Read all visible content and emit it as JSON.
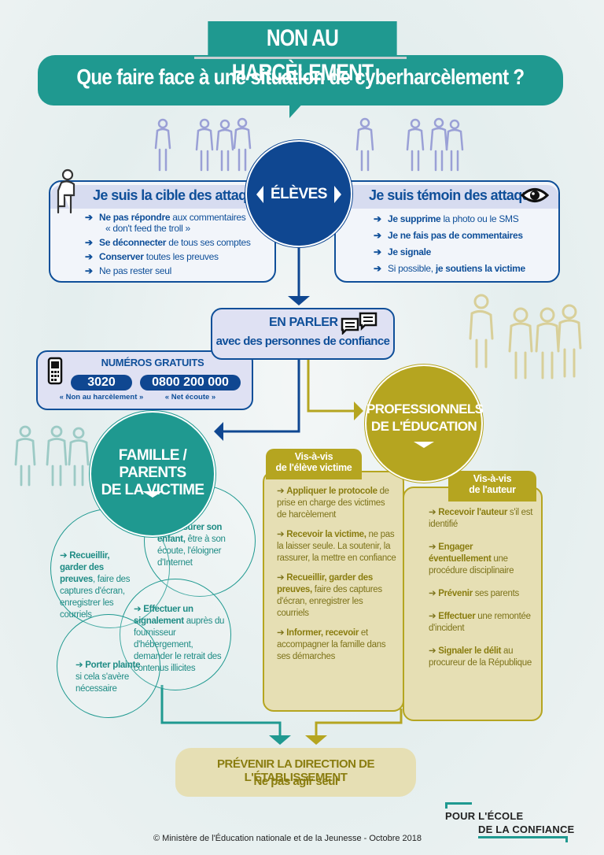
{
  "header": {
    "tag": "NON AU HARCÈLEMENT",
    "question": "Que faire face à une situation de cyberharcèlement ?"
  },
  "colors": {
    "teal": "#1f9990",
    "blue": "#0f4791",
    "olive": "#b5a520",
    "blue_light": "#dfe1f3",
    "olive_light": "#e6dfb4"
  },
  "eleves": {
    "label": "ÉLÈVES",
    "cible": {
      "title": "Je suis la cible des attaques",
      "items": [
        {
          "bold": "Ne pas répondre",
          "rest": " aux commentaires"
        },
        {
          "bold": "",
          "rest": "« don't feed the troll »"
        },
        {
          "bold": "Se déconnecter",
          "rest": " de tous ses comptes"
        },
        {
          "bold": "Conserver",
          "rest": " toutes les preuves"
        },
        {
          "bold": "",
          "rest": "Ne pas rester seul"
        }
      ]
    },
    "temoin": {
      "title": "Je suis témoin des attaques",
      "items": [
        {
          "bold": "Je supprime",
          "rest": " la photo ou le SMS"
        },
        {
          "bold": "Je ne fais pas de commentaires",
          "rest": ""
        },
        {
          "bold": "Je signale",
          "rest": ""
        },
        {
          "bold": "",
          "rest": "Si possible, ",
          "bold2": "je soutiens la victime"
        }
      ]
    }
  },
  "parler": {
    "line1": "EN PARLER",
    "line2": "avec des personnes de confiance"
  },
  "numeros": {
    "title": "NUMÉROS GRATUITS",
    "items": [
      {
        "number": "3020",
        "label": "« Non au harcèlement »"
      },
      {
        "number": "0800 200 000",
        "label": "« Net écoute »"
      }
    ]
  },
  "famille": {
    "label_line1": "FAMILLE / PARENTS",
    "label_line2": "DE LA VICTIME",
    "bubbles": [
      {
        "bold": "Recueillir, garder des preuves",
        "rest": ", faire des captures d'écran, enregistrer les courriels"
      },
      {
        "bold": "Rassurer son enfant,",
        "rest": " être à son écoute, l'éloigner d'Internet"
      },
      {
        "bold": "Effectuer un signalement",
        "rest": " auprès du fournisseur d'hébergement, demander le retrait des contenus illicites"
      },
      {
        "bold": "Porter plainte",
        "rest": " si cela s'avère nécessaire"
      }
    ]
  },
  "professionnels": {
    "label_line1": "PROFESSIONNELS",
    "label_line2": "DE L'ÉDUCATION",
    "victime": {
      "tab_line1": "Vis-à-vis",
      "tab_line2": "de l'élève victime",
      "items": [
        {
          "bold": "Appliquer le protocole",
          "rest": " de prise en charge des victimes de harcèlement"
        },
        {
          "bold": "Recevoir la victime,",
          "rest": " ne pas la laisser seule. La soutenir, la rassurer, la mettre en confiance"
        },
        {
          "bold": "Recueillir, garder des preuves,",
          "rest": " faire des captures d'écran, enregistrer les courriels"
        },
        {
          "bold": "Informer, recevoir",
          "rest": " et accompagner la famille dans ses démarches"
        }
      ]
    },
    "auteur": {
      "tab_line1": "Vis-à-vis",
      "tab_line2": "de l'auteur",
      "items": [
        {
          "bold": "Recevoir l'auteur",
          "rest": " s'il est identifié"
        },
        {
          "bold": "Engager éventuellement",
          "rest": " une procédure disciplinaire"
        },
        {
          "bold": "Prévenir",
          "rest": " ses parents"
        },
        {
          "bold": "Effectuer",
          "rest": " une remontée d'incident"
        },
        {
          "bold": "Signaler le délit",
          "rest": " au procureur de la République"
        }
      ]
    }
  },
  "direction": {
    "line1": "PRÉVENIR LA DIRECTION DE L'ÉTABLISSEMENT",
    "line2": "Ne pas agir seul"
  },
  "footer": {
    "copyright": "© Ministère de l'Éducation nationale et de la Jeunesse - Octobre 2018",
    "logo_line1": "POUR L'ÉCOLE",
    "logo_line2": "DE LA CONFIANCE"
  },
  "arrow_glyph": "➔"
}
